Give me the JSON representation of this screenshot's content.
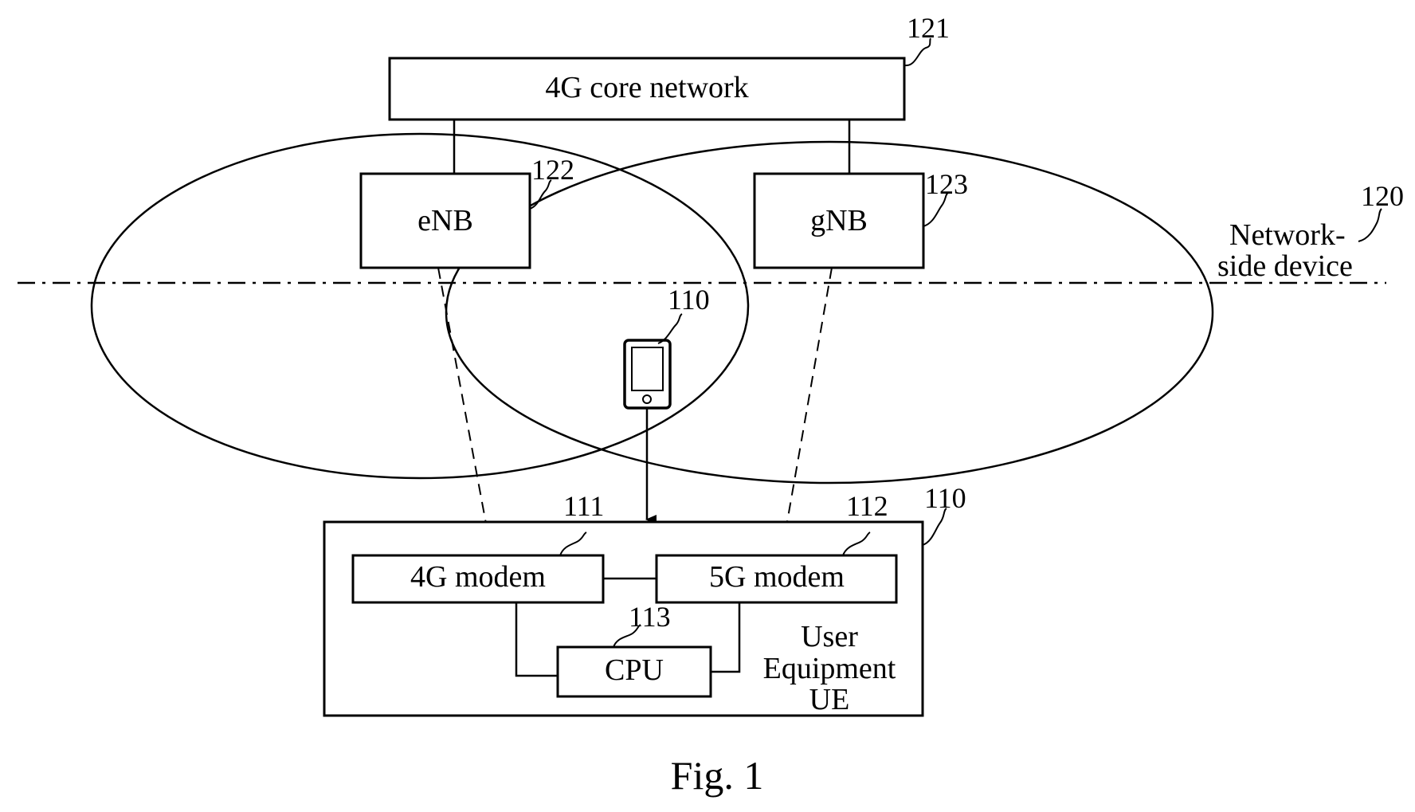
{
  "figure": {
    "caption": "Fig. 1"
  },
  "network_side": {
    "ref": "120",
    "label_line1": "Network-",
    "label_line2": "side device"
  },
  "core_network": {
    "label": "4G core network",
    "ref": "121"
  },
  "enb": {
    "label": "eNB",
    "ref": "122"
  },
  "gnb": {
    "label": "gNB",
    "ref": "123"
  },
  "phone": {
    "ref": "110"
  },
  "ue": {
    "ref": "110",
    "label_line1": "User",
    "label_line2": "Equipment",
    "label_line3": "UE",
    "modem_4g": {
      "label": "4G modem",
      "ref": "111"
    },
    "modem_5g": {
      "label": "5G modem",
      "ref": "112"
    },
    "cpu": {
      "label": "CPU",
      "ref": "113"
    }
  }
}
